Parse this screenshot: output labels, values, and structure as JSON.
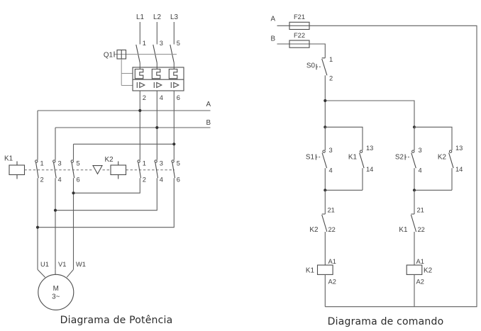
{
  "power": {
    "caption": "Diagrama de Potência",
    "phases": [
      "L1",
      "L2",
      "L3"
    ],
    "bus_a_label": "A",
    "bus_b_label": "B",
    "breaker": {
      "label": "Q1",
      "top_terminals": [
        "1",
        "3",
        "5"
      ],
      "bottom_terminals": [
        "2",
        "4",
        "6"
      ],
      "trip_symbol": "I>"
    },
    "k1": {
      "label": "K1",
      "top_terminals": [
        "1",
        "3",
        "5"
      ],
      "bottom_terminals": [
        "2",
        "4",
        "6"
      ]
    },
    "k2": {
      "label": "K2",
      "top_terminals": [
        "1",
        "3",
        "5"
      ],
      "bottom_terminals": [
        "2",
        "4",
        "6"
      ]
    },
    "motor": {
      "label": "M",
      "sub": "3~",
      "terminals": [
        "U1",
        "V1",
        "W1"
      ]
    }
  },
  "control": {
    "caption": "Diagrama de comando",
    "bus_a": {
      "label": "A",
      "fuse": "F21"
    },
    "bus_b": {
      "label": "B",
      "fuse": "F22"
    },
    "s0": {
      "label": "S0",
      "terminals": [
        "1",
        "2"
      ]
    },
    "branch1": {
      "button": {
        "label": "S1",
        "terminals": [
          "3",
          "4"
        ]
      },
      "seal": {
        "label": "K1",
        "terminals": [
          "13",
          "14"
        ]
      },
      "interlock": {
        "label": "K2",
        "terminals": [
          "21",
          "22"
        ]
      },
      "coil": {
        "label": "K1",
        "terminals": [
          "A1",
          "A2"
        ]
      }
    },
    "branch2": {
      "button": {
        "label": "S2",
        "terminals": [
          "3",
          "4"
        ]
      },
      "seal": {
        "label": "K2",
        "terminals": [
          "13",
          "14"
        ]
      },
      "interlock": {
        "label": "K1",
        "terminals": [
          "21",
          "22"
        ]
      },
      "coil": {
        "label": "K2",
        "terminals": [
          "A1",
          "A2"
        ]
      }
    }
  },
  "colors": {
    "wire": "#5f5f5f",
    "symbol": "#4c4c4c",
    "text": "#3e3e3e"
  }
}
